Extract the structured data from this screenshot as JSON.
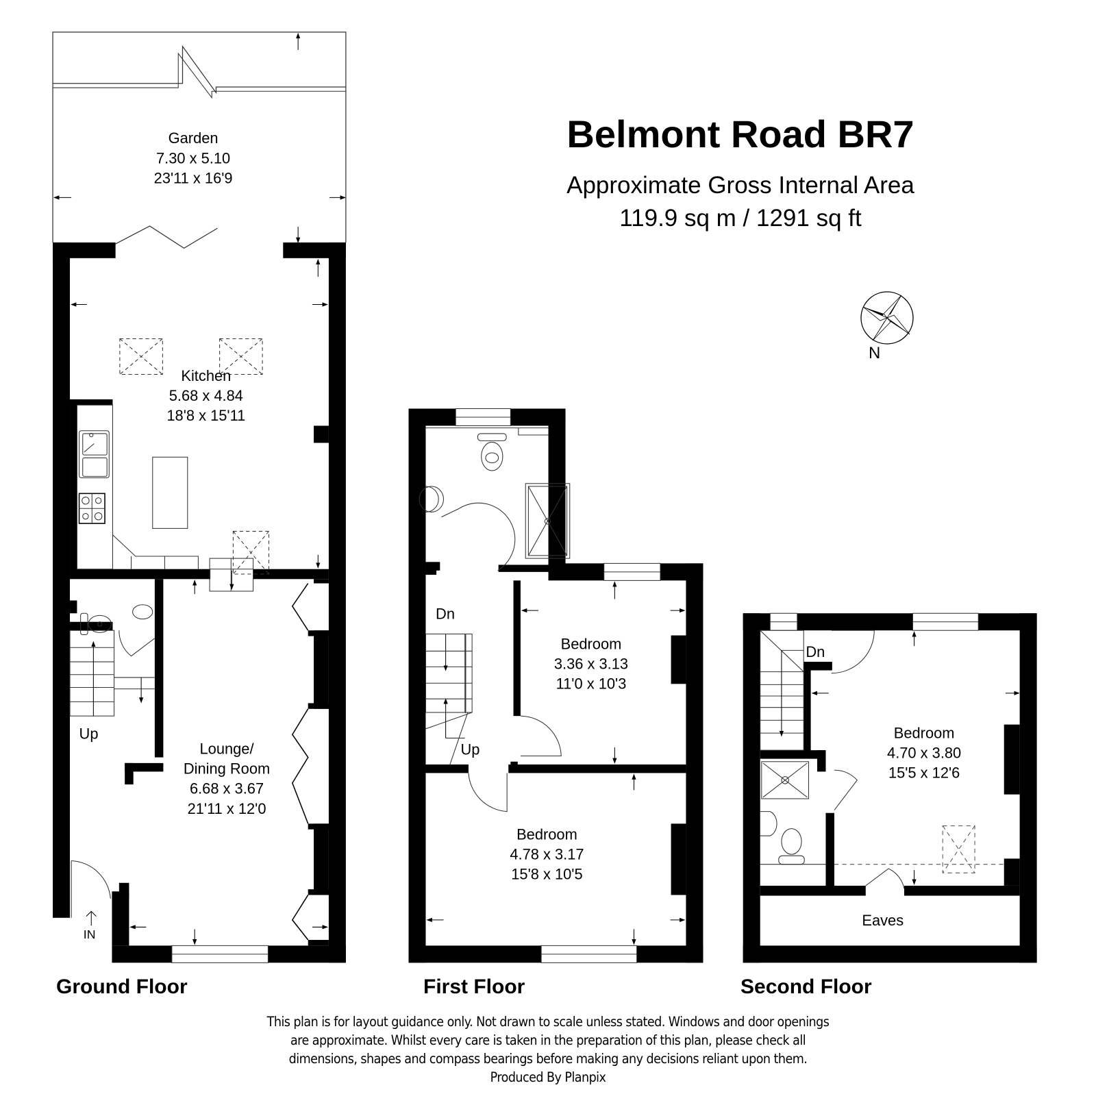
{
  "header": {
    "title": "Belmont Road BR7",
    "subtitle_line1": "Approximate Gross Internal Area",
    "subtitle_line2": "119.9 sq m / 1291 sq ft"
  },
  "compass": {
    "icon": "north-compass-icon",
    "label": "N"
  },
  "floors": [
    {
      "name": "Ground Floor",
      "rooms": [
        {
          "name": "Garden",
          "metric": "7.30 x 5.10",
          "imperial": "23'11 x 16'9"
        },
        {
          "name": "Kitchen",
          "metric": "5.68 x 4.84",
          "imperial": "18'8 x 15'11"
        },
        {
          "name_line1": "Lounge/",
          "name_line2": "Dining Room",
          "metric": "6.68 x 3.67",
          "imperial": "21'11 x 12'0"
        }
      ],
      "stairs_label": "Up",
      "entrance_label": "IN"
    },
    {
      "name": "First Floor",
      "rooms": [
        {
          "name": "Bedroom",
          "metric": "3.36 x 3.13",
          "imperial": "11'0 x 10'3"
        },
        {
          "name": "Bedroom",
          "metric": "4.78 x 3.17",
          "imperial": "15'8 x 10'5"
        }
      ],
      "stairs_down_label": "Dn",
      "stairs_up_label": "Up"
    },
    {
      "name": "Second Floor",
      "rooms": [
        {
          "name": "Bedroom",
          "metric": "4.70 x 3.80",
          "imperial": "15'5 x 12'6"
        },
        {
          "name": "Eaves"
        }
      ],
      "stairs_down_label": "Dn"
    }
  ],
  "disclaimer": {
    "lines": [
      "This plan is for layout guidance only. Not drawn to scale unless stated. Windows and door openings",
      "are approximate. Whilst every care is taken in the preparation of this plan, please check all",
      "dimensions, shapes and compass bearings before making any decisions reliant upon them.",
      "Produced By Planpix"
    ]
  },
  "colors": {
    "wall": "#000000",
    "background": "#ffffff",
    "line": "#333333"
  }
}
